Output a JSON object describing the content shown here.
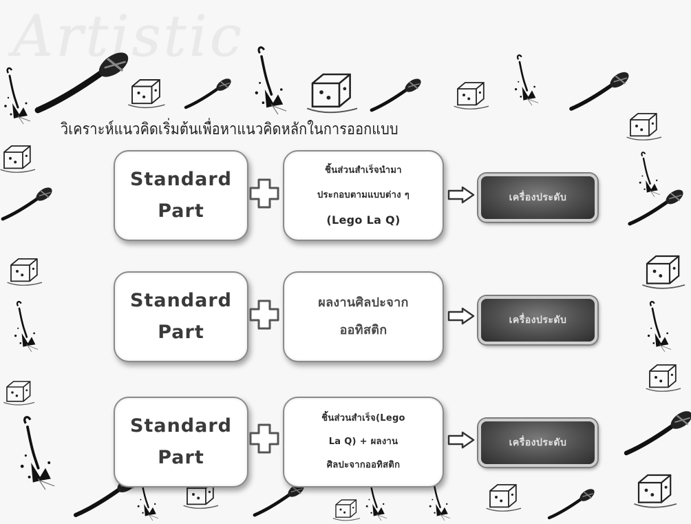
{
  "logo_text": "Artistic",
  "heading": "วิเคราะห์แนวคิดเริ่มต้นเพื่อหาแนวคิดหลักในการออกแบบ",
  "rows": [
    {
      "left_box": {
        "line1": "Standard",
        "line2": "Part"
      },
      "right_box": {
        "lines": [
          "ชิ้นส่วนสำเร็จนำมา",
          "ประกอบตามแบบต่าง ๆ",
          "(Lego La Q)"
        ]
      },
      "result_label": "เครื่องประดับ"
    },
    {
      "left_box": {
        "line1": "Standard",
        "line2": "Part"
      },
      "right_box": {
        "lines": [
          "ผลงานศิลปะจาก",
          "ออทิสติก"
        ]
      },
      "result_label": "เครื่องประดับ"
    },
    {
      "left_box": {
        "line1": "Standard",
        "line2": "Part"
      },
      "right_box": {
        "lines": [
          "ชิ้นส่วนสำเร็จ(Lego",
          "La Q) + ผลงาน",
          "ศิลปะจากออทิสติก"
        ]
      },
      "result_label": "เครื่องประดับ"
    }
  ],
  "icons": {
    "plus": "plus-icon",
    "arrow": "right-arrow-icon",
    "border_decorations": [
      "pen-nib-icon",
      "paint-splat-brush-icon",
      "cube-icon"
    ]
  },
  "colors": {
    "background": "#f7f7f7",
    "box_border": "#8a8a8a",
    "result_fill": "#4d4d4d",
    "text_dark": "#1e1e1e"
  }
}
